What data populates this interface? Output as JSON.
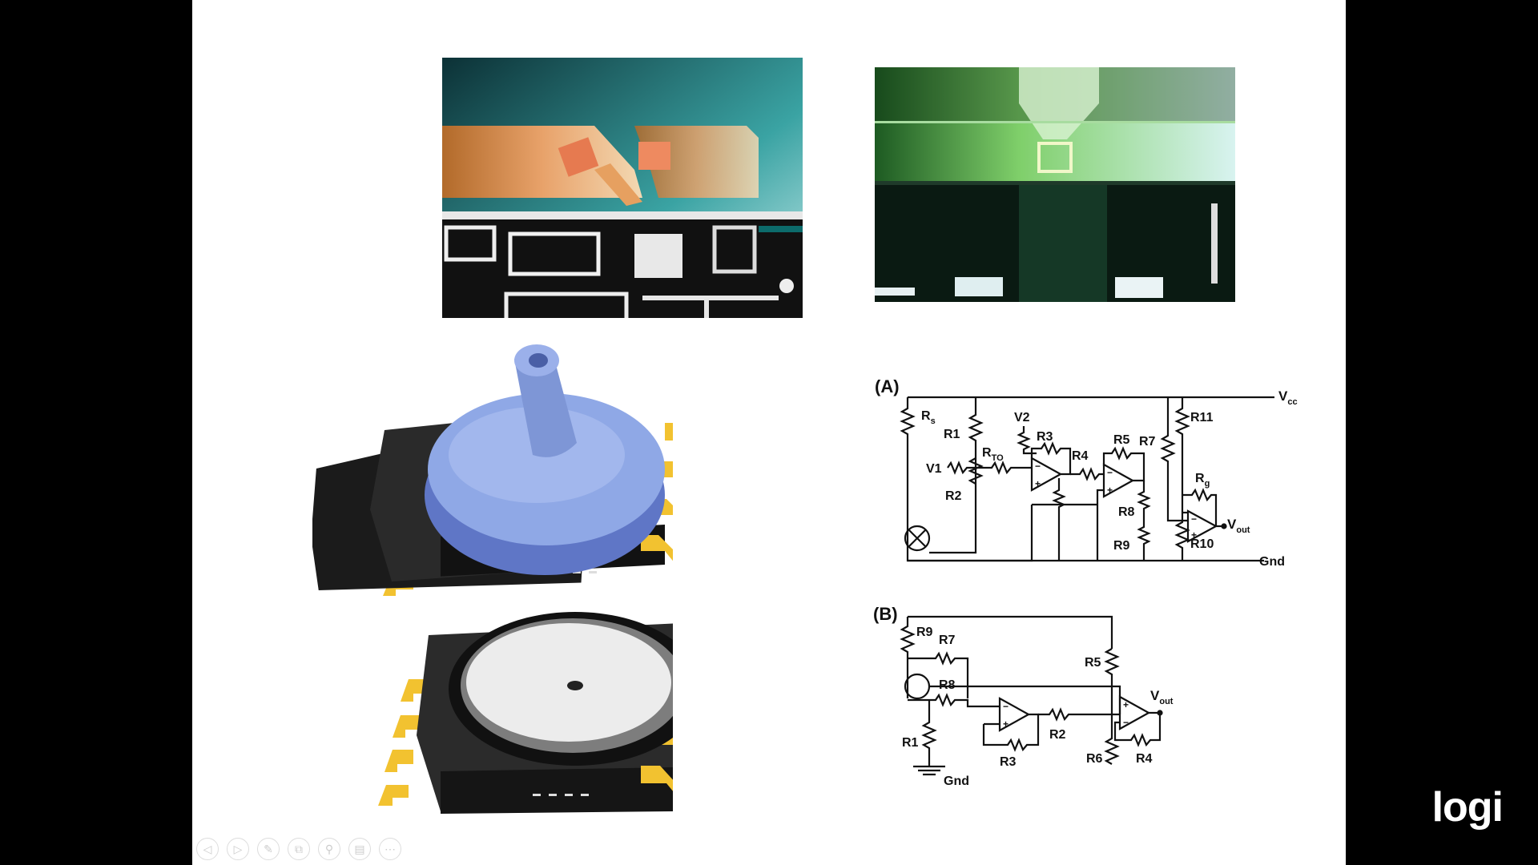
{
  "slide": {
    "circuit_a": {
      "panel_label": "(A)",
      "labels": {
        "rs": "R",
        "rs_sub": "s",
        "r1": "R1",
        "r2": "R2",
        "rto": "R",
        "rto_sub": "TO",
        "v1": "V1",
        "v2": "V2",
        "r3": "R3",
        "r4": "R4",
        "r5": "R5",
        "r7": "R7",
        "r8": "R8",
        "r9": "R9",
        "r10": "R10",
        "r11": "R11",
        "rg": "R",
        "rg_sub": "g",
        "vcc": "V",
        "vcc_sub": "cc",
        "vout": "V",
        "vout_sub": "out",
        "gnd": "Gnd"
      }
    },
    "circuit_b": {
      "panel_label": "(B)",
      "labels": {
        "r9": "R9",
        "r7": "R7",
        "r8": "R8",
        "r1": "R1",
        "r3": "R3",
        "r2": "R2",
        "r5": "R5",
        "r6": "R6",
        "r4": "R4",
        "vout": "V",
        "vout_sub": "out",
        "gnd": "Gnd"
      }
    }
  },
  "toolbar": {
    "buttons": [
      {
        "name": "prev-slide-button",
        "icon": "arrow-left-icon",
        "glyph": "◁"
      },
      {
        "name": "next-slide-button",
        "icon": "arrow-right-icon",
        "glyph": "▷"
      },
      {
        "name": "pen-button",
        "icon": "pen-icon",
        "glyph": "✎"
      },
      {
        "name": "slides-button",
        "icon": "slides-icon",
        "glyph": "⧉"
      },
      {
        "name": "zoom-button",
        "icon": "magnifier-icon",
        "glyph": "⚲"
      },
      {
        "name": "screen-button",
        "icon": "screen-icon",
        "glyph": "▤"
      },
      {
        "name": "more-button",
        "icon": "more-icon",
        "glyph": "⋯"
      }
    ]
  },
  "watermark": {
    "text": "logi"
  },
  "colors": {
    "background": "#000000",
    "slide": "#ffffff",
    "sensor_cap": "#8fa8e6",
    "pins": "#f2c230"
  }
}
